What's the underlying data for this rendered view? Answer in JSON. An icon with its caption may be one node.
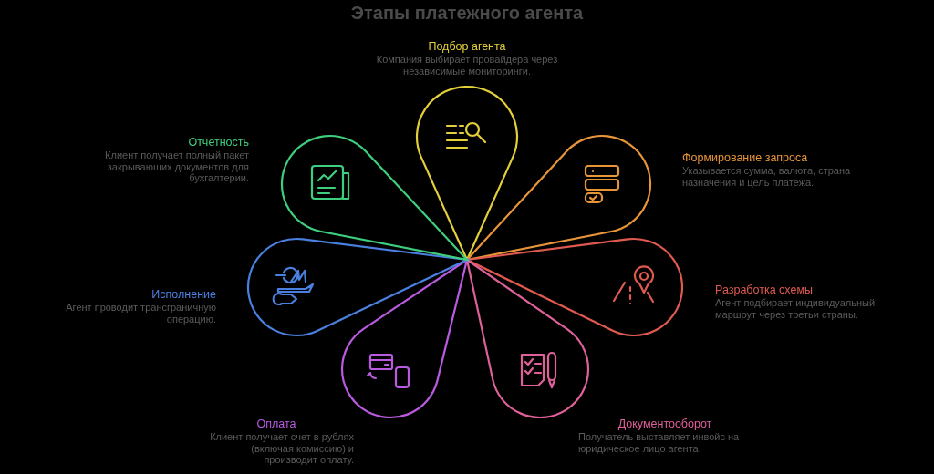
{
  "diagram": {
    "title": "Этапы платежного агента",
    "nodes": [
      {
        "text": [],
        "shape": "circle",
        "beside": [
          "Подбор агента",
          "Компания выбирает провайдера через независимые мониторинги."
        ]
      },
      {
        "text": [],
        "shape": "circle",
        "beside": [
          "Формирование запроса",
          "Указывается сумма, валюта, страна назначения и цель платежа."
        ]
      },
      {
        "text": [],
        "shape": "circle",
        "beside": [
          "Разработка схемы",
          "Агент подбирает индивидуальный маршрут через третьи страны."
        ]
      },
      {
        "text": [],
        "shape": "circle",
        "beside": [
          "Документооборот",
          "Получатель выставляет инвойс на юридическое лицо агента."
        ]
      },
      {
        "text": [],
        "shape": "circle",
        "beside": [
          "Оплата",
          "Клиент получает счет в рублях (включая комиссию) и производит оплату."
        ]
      },
      {
        "text": [],
        "shape": "circle",
        "beside": [
          "Исполнение",
          "Агент проводит трансграничную операцию."
        ]
      },
      {
        "text": [],
        "shape": "circle",
        "beside": [
          "Отчетность",
          "Клиент получает полный пакет закрывающих документов для бухгалтерии."
        ]
      }
    ]
  }
}
